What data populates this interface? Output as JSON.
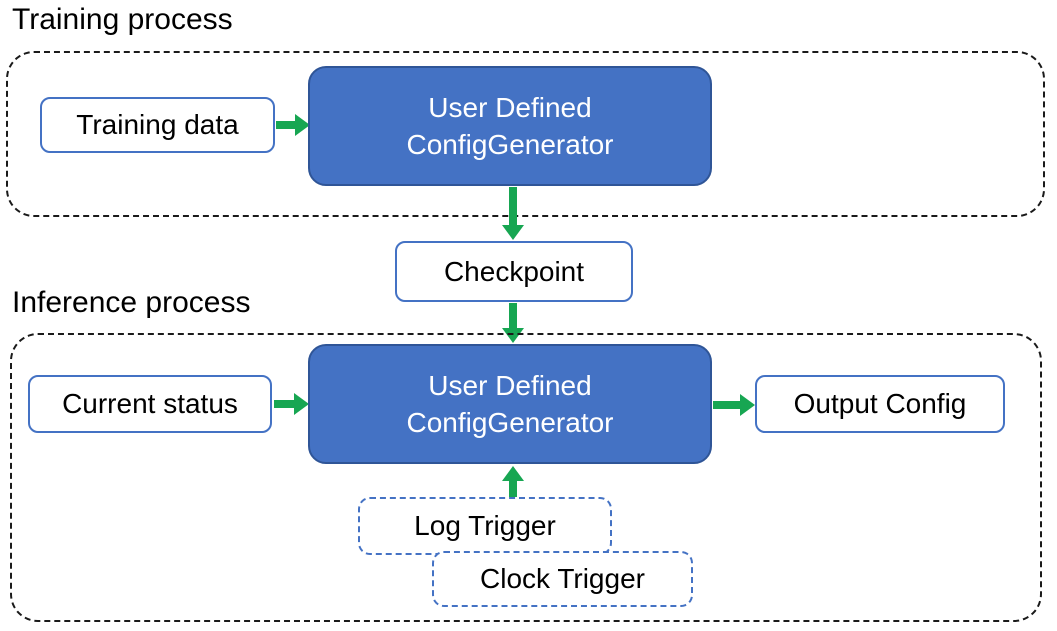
{
  "colors": {
    "box_fill_blue": "#4472C4",
    "box_border_blue_dark": "#2F5597",
    "outline_blue": "#4472C4",
    "arrow_green": "#17A652",
    "container_dash_black": "#1a1a1a",
    "text_black": "#000000",
    "text_white": "#ffffff"
  },
  "training": {
    "label": "Training process",
    "input_box": "Training data",
    "generator_line1": "User Defined",
    "generator_line2": "ConfigGenerator"
  },
  "checkpoint": {
    "label": "Checkpoint"
  },
  "inference": {
    "label": "Inference process",
    "input_box": "Current status",
    "generator_line1": "User Defined",
    "generator_line2": "ConfigGenerator",
    "output_box": "Output Config",
    "log_trigger": "Log Trigger",
    "clock_trigger": "Clock Trigger"
  }
}
